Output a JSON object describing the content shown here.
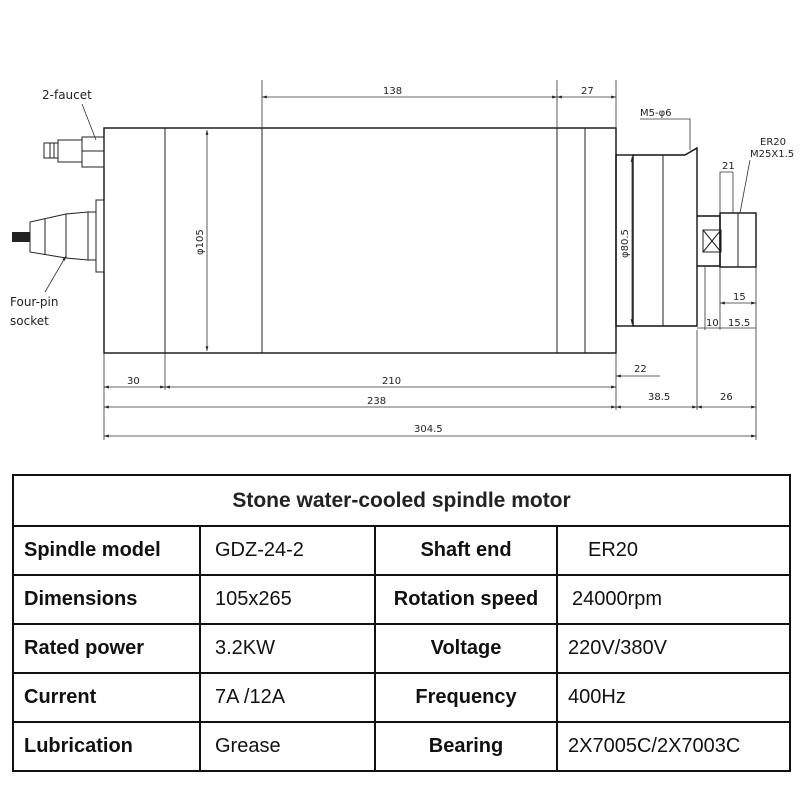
{
  "drawing": {
    "labels": {
      "faucet": "2-faucet",
      "socket_line1": "Four-pin",
      "socket_line2": "socket",
      "thread_hole": "M5-φ6",
      "collet_type": "ER20",
      "collet_thread": "M25X1.5"
    },
    "dimensions": {
      "d138": "138",
      "d27": "27",
      "d21": "21",
      "phi105": "φ105",
      "phi80_5": "φ80.5",
      "d15": "15",
      "d10": "10",
      "d15_5": "15.5",
      "d22": "22",
      "d30": "30",
      "d210": "210",
      "d238": "238",
      "d38_5": "38.5",
      "d26": "26",
      "d304_5": "304.5"
    }
  },
  "spec": {
    "title": "Stone water-cooled spindle motor",
    "rows": [
      {
        "k1": "Spindle model",
        "v1": "GDZ-24-2",
        "k2": "Shaft end",
        "v2": "ER20"
      },
      {
        "k1": "Dimensions",
        "v1": "105x265",
        "k2": "Rotation speed",
        "v2": "24000rpm"
      },
      {
        "k1": "Rated power",
        "v1": "3.2KW",
        "k2": "Voltage",
        "v2": "220V/380V"
      },
      {
        "k1": "Current",
        "v1": "7A /12A",
        "k2": "Frequency",
        "v2": "400Hz"
      },
      {
        "k1": "Lubrication",
        "v1": "Grease",
        "k2": "Bearing",
        "v2": "2X7005C/2X7003C"
      }
    ]
  }
}
